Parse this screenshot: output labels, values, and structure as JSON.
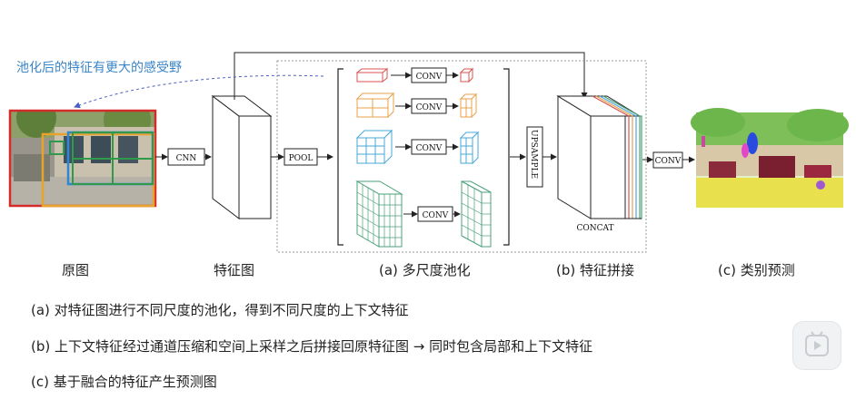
{
  "annotation": {
    "pooling_note": "池化后的特征有更大的感受野"
  },
  "blocks": {
    "cnn": "CNN",
    "pool": "POOL",
    "conv": "CONV",
    "upsample": "UPSAMPLE",
    "concat": "CONCAT",
    "final_conv": "CONV"
  },
  "captions": {
    "original": "原图",
    "feature_map": "特征图",
    "multi_scale_pooling": "(a) 多尺度池化",
    "feature_concat": "(b) 特征拼接",
    "class_prediction": "(c) 类别预测"
  },
  "bullets": [
    "(a) 对特征图进行不同尺度的池化，得到不同尺度的上下文特征",
    "(b) 上下文特征经过通道压缩和空间上采样之后拼接回原特征图 → 同时包含局部和上下文特征",
    "(c) 基于融合的特征产生预测图"
  ],
  "colors": {
    "branch_1": "#d9534f",
    "branch_2": "#e8a04a",
    "branch_3": "#4aa8d8",
    "branch_4": "#4aa07a",
    "annotation": "#3a86c8"
  },
  "icons": {
    "player_button": "play-icon"
  }
}
